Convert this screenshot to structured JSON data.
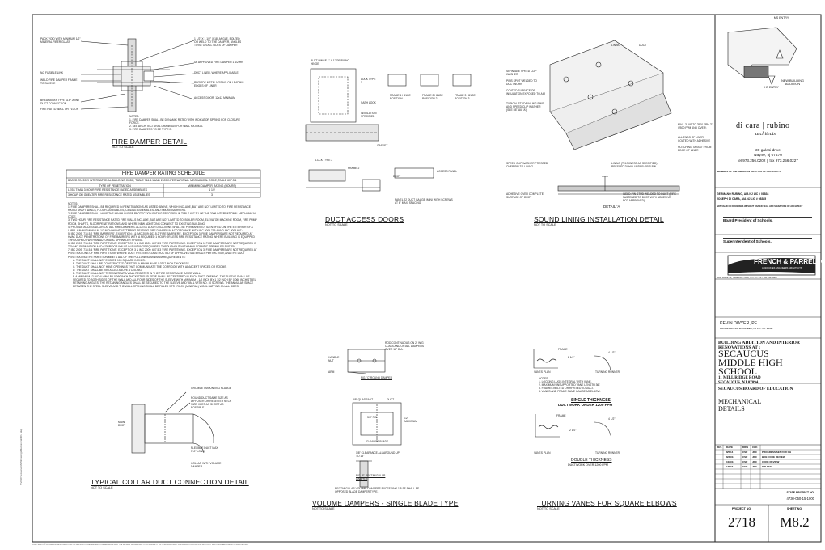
{
  "details": {
    "fire_damper": {
      "title": "FIRE DAMPER DETAIL",
      "scale": "NOT TO SCALE",
      "callouts": [
        "PACK VOID WITH MINIMUM 1/2\" MINERAL FIBER/GLASS",
        "1 1/2\" X 1 1/2\" X 18\" ANGLE, BOLTED OR WELD TO THE DAMPER, ANGLES TO BE ON ALL SIDES OF DAMPER",
        "UL APPROVED FIRE DAMPER 1 1/2 HR",
        "DUCT LINER, WHERE APPLICABLE",
        "PROVIDE METAL NOSING ON LEADING EDGES OF LINER",
        "ACCESS DOOR, 12x12 MINIMUM",
        "WELD FIRE DAMPER FRAME TO SLEEVE",
        "BREAKAWAY TYPE SLIP JOINT DUCT CONNECTION",
        "FIRE RATED WALL OR FLOOR",
        "N/2 FUSIBLE LINK"
      ],
      "notes_header": "NOTES:",
      "notes": [
        "1. FIRE DAMPER SHALL BE DYNAMIC RATED WITH INDICATOR SPRING FOR CLOSURE FORCE.",
        "2. SEE ARCHITECTURAL DRAWINGS FOR WALL RATINGS.",
        "3. FIRE DAMPERS TO BE TYPE B."
      ]
    },
    "schedule": {
      "title": "FIRE DAMPER RATING SCHEDULE",
      "basis": "BASED ON 2009 INTERNATIONAL BUILDING CODE, TABLE 716.3.1 AND 2009 INTERNATIONAL MECHANICAL CODE, TABLE 607.3.1",
      "headers": [
        "TYPE OF PENETRATION",
        "MINIMUM DAMPER RATING (HOURS)"
      ],
      "rows": [
        [
          "LESS THAN 3 HOUR FIRE RESISTANCE RATED ASSEMBLIES",
          "1 1/2"
        ],
        [
          "3 HOUR OR GREATER FIRE RESISTANCE RATED ASSEMBLIES",
          "3"
        ]
      ],
      "notes_header": "NOTES:",
      "notes": [
        "1. FIRE DAMPERS SHALL BE REQUIRED IN PENETRATIONS AS LISTED ABOVE, WHICH INCLUDE, BUT ARE NOT LIMITED TO, FIRE RESISTANCE RATED SHAFT WALLS, FLOOR ASSEMBLIES, CEILING ASSEMBLIES, AND SMOKE BARRIERS.",
        "2. FIRE DAMPERS SHALL HAVE THE MINIMUM FIRE PROTECTION RATING SPECIFIED IN TABLE 607.3.1 OF THE 2009 INTERNATIONAL MECHANICAL CODE.",
        "3. TWO HOUR FIRE RESISTANCE RATED FIRE WALLS INCLUDE, BUT ARE NOT LIMITED TO, BOILER ROOM, ELEVATOR MACHINE ROOM, FIRE PUMP ROOM, SHAFTS, FLOOR PENETRATIONS, AND WHERE NEW ADDITIONS CONNECT TO EXISTING BUILDING.",
        "4. PROVIDE ACCESS DOORS AT ALL FIRE DAMPERS. ACCESS DOOR LOCATIONS SHALL BE PERMANENTLY IDENTIFIED ON THE EXTERIOR BY A LABEL HAVING MINIMUM 1/2 INCH HIGHT LETTERING READING FIRE DAMPER IN ACCORDANCE WITH IBC 2009 716.4 AND IMC 2009 607.4.",
        "5. IBC 2009: 716.5.2 'FIRE BARRIERS'. EXCEPTION 4 & IMC 2009: 607.5.2 'FIRE BARRIERS'. EXCEPTION 3: FIRE DAMPERS ARE NOT REQUIRED AT HVAC DUCT PENETRATIONS OF FIRE BARRIERS WITH A REQUIRED 1 HOUR OR LESS FIRE RESISTANCE RATING WHERE BUILDING IS EQUIPPED THROUGHOUT WITH AN AUTOMATIC SPRINKLER SYSTEM.",
        "6. IBC 2009: 716.5.4 'FIRE PARTITIONS'. EXCEPTION 1 & IMC 2009: 607.5.3 'FIRE PARTITIONS'. EXCEPTION 1: FIRE DAMPERS ARE NOT REQUIRED IN TENANT SEPARATION AND CORRIDOR WALLS IN BUILDINGS EQUIPPED THROUGHOUT WITH AN AUTOMATIC SPRINKLER SYSTEM.",
        "7. IBC 2009: 716.5.4 'FIRE PARTITIONS'. EXCEPTION 3 & IMC 2009: 607.5.3 'FIRE PARTITIONS'. EXCEPTION 3: FIRE DAMPERS ARE NOT REQUIRED AT PENETRATIONS OF FIRE PARTITIONS WHERE DUCT SYSTEMS CONSTRUCTED OF APPROVED MATERIALS PER IMC 2009, AND THE DUCT PENETRATING THE PARTITION MEETS ALL OF THE FOLLOWING MINIMUM REQUIREMENTS:",
        "A. THE DUCT SHALL NOT EXCEED 100 SQUARE INCHES.",
        "B. THE DUCT SHALL BE CONSTRUCTED OF STEEL A MINIMUM OF 0.0217 INCH THICKNESS.",
        "C. THE DUCT SHALL NOT HAVE OPENINGS THAT COMMUNICATE THE CORRIDOR WITH ADJACENT SPACES OR ROOMS.",
        "D. THE DUCT SHALL BE INSTALLED ABOVE A CEILING.",
        "E. THE DUCT SHALL NOT TERMINATE AT A WALL REGISTER IN THE FIRE RESISTANCE RATED WALL.",
        "F. A MINIMUM 12 INCH LONG BY 0.060 INCH THICK STEEL SLEEVE SHALL BE CENTERED IN EACH DUCT OPENING. THE SLEEVE SHALL BE SECURED TO BOTH SIDES OF THE WALL AND ALL FOUR SIDES OF THE SLEEVE WITH MINIMUM 1 1/2 INCH BY 1 1/2 INCH BY 0.060 INCH STEEL RETAINING ANGLES. THE RETAINING ANGLES SHALL BE SECURED TO THE SLEEVE AND WALL WITH NO. 10 SCREWS. THE ANNULAR SPACE BETWEEN THE STEEL SLEEVE AND THE WALL OPENING SHALL BE FILLED WITH ROCK (MINERAL) WOOL BATTING ON ALL SIDES."
      ]
    },
    "duct_access": {
      "title": "DUCT ACCESS DOORS",
      "scale": "NOT TO SCALE",
      "labels": [
        "BUTT HINGE 1\" X 1\" OR PIANO HINGE",
        "LOCK TYPE 1",
        "FRAME 1 HINGE POSITION 1",
        "FRAME 2 HINGE POSITION 2",
        "FRAME 3 HINGE POSITION 3",
        "SASH LOCK",
        "DUCT",
        "ACCESS PANEL",
        "PANEL 22 DUCT GAUGE (MIN) WITH SCREWS AT 6\" MAX. SPACING",
        "LOCK TYPE 2",
        "FRAME 2",
        "GASKET",
        "INSULATION SPECIFIED"
      ]
    },
    "sound_lining": {
      "title": "SOUND LINING INSTALLATION DETAIL",
      "scale": "NOT TO SCALE",
      "labels": [
        "LINING",
        "DUCT",
        "SEPARATE SPEED CLIP WASHER",
        "PINS SPOT WELDED TO DUCTWORK",
        "COATED SURFACE OF INSULATION EXPOSED TO AIR",
        "TYPICAL STUD/NAILING PINS AND SPEED CLIP WASHER (SEE DETAIL 'A')",
        "MAX. 3\" UP TO 2500 FPM 2\" (2500 FPM AND OVER)",
        "ALL ENDS OF LINER COATED WITH ADHESIVE",
        "NOTCHING TABS 3\" FROM EDGE OF LINER",
        "SPEED CLIP WASHER PRESSED OVER PIN TO LINING",
        "LINING (THICKNESS AS SPECIFIED) PRESSED DOWN UNDER GRIP PIN",
        "ADHESIVE OVER COMPLETE SURFACE OF DUCT",
        "WELD-PIN STUD WELDED TO DUCT (FIRE FASTENED TO DUCT WITH ADHESIVE NOT APPROVED)",
        "DETAIL 'A'"
      ]
    },
    "collar": {
      "title": "TYPICAL COLLAR DUCT CONNECTION DETAIL",
      "scale": "NOT TO SCALE",
      "labels": [
        "GROMMET MOUNTING FLANGE",
        "ROUND DUCT SAME SIZE AS DIFFUSER OR REGISTER NECK SIZE. KEEP AS SHORT AS POSSIBLE",
        "MAIN DUCT",
        "FLEXIBLE DUCT MAX 5'-0\" LONG",
        "COLLAR WITH VOLUME DAMPER"
      ]
    },
    "volume_dampers": {
      "title": "VOLUME DAMPERS - SINGLE BLADE TYPE",
      "scale": "NOT TO SCALE",
      "labels": [
        "HANDLE NUT",
        "ROD CONTINUOUS ON 2\" W/G CLASS AND ON ALL DAMPERS OVER 12\" DIA.",
        "ARM",
        "FIG. 'C' ROUND DAMPER",
        "3/8\" QUADRANT",
        "DUCT",
        "3/8\" PIN",
        "22 GAUGE BLADE",
        "1/8\" CLEARANCE ALL AROUND UP TO 18\"",
        "12\" MAXIMUM",
        "FIG. 'E' RECTANGULAR DAMPER"
      ],
      "note": "RECTANGULAR VOLUME DAMPERS EXCEEDING 1.5 SF SHALL BE OPPOSED BLADE DAMPER TYPE."
    },
    "turning_vanes": {
      "title": "TURNING VANES FOR SQUARE ELBOWS",
      "scale": "NOT TO SCALE",
      "single_title": "SINGLE THICKNESS",
      "single_sub": "DUCTWORK UNDER 1200 FPM",
      "double_title": "DOUBLE THICKNESS",
      "double_sub": "DUCTWORK OVER 1200 FPM",
      "labels": [
        "FRAME",
        "2 1/4\"",
        "4 1/2\"",
        "VANES PLAN",
        "TURNING RUNNER",
        "FRAME",
        "2 1/2\"",
        "4 1/2\"",
        "VANES PLAN",
        "TURNING RUNNER"
      ],
      "notes_header": "NOTES:",
      "notes": [
        "1. LOCKING LUGS INTEGRAL WITH VANE.",
        "2. MAXIMUM UNSUPPORTED VANE LENGTH 36\".",
        "3. FRAMES BOLTED OR RIVETED TO DUCT.",
        "4. VANES AND FRAME SAME GAUGE AS ELBOW."
      ]
    }
  },
  "title_block": {
    "key_plan": {
      "entry_top": "MS ENTRY",
      "entry_bottom": "HS ENTRY",
      "addition": "NEW BUILDING ADDITION"
    },
    "architect": {
      "name": "di cara | rubino",
      "sub": "architects",
      "address1": "30 galesi drive",
      "address2": "wayne, nj 07470",
      "phone": "tel 973.256.0202 || fax 973.256.0227",
      "member": "MEMBERS OF THE AMERICAN INSTITUTE OF ARCHITECTS"
    },
    "signers": [
      "GERMANO RUBINO, AIA   NJ LIC # 08834",
      "JOSEPH DI CARA, AIA   NJ LIC # 08385"
    ],
    "signer_note": "NOT VALID ON DRAWINGS WITHOUT RAISED SEAL AND SIGNATURE OF ARCHITECT",
    "board_president": "Board President of Schools,",
    "superintendent": "Superintendent of Schools,",
    "engineer_firm": "FRENCH & PARRELLO",
    "engineer_tag": "ASSOCIATES  ENGINEERS  ARCHITECTS",
    "engineer_address": "1800 Route 34, Suite 101 • Wall, NJ • 07719 • 732.312.9800",
    "engineer_name": "KEVIN DWYER, PE",
    "engineer_license": "PROFESSIONAL ENGINEER, NJ LIC. No. 24GE",
    "project_header": "BUILDING ADDITION AND INTERIOR RENOVATIONS AT :",
    "school_name": [
      "SECAUCUS",
      "MIDDLE HIGH",
      "SCHOOL"
    ],
    "school_address": [
      "11 MILL RIDGE ROAD",
      "SECAUCUS, NJ 07094"
    ],
    "client": "SECAUCUS BOARD OF EDUCATION",
    "drawing_title": [
      "MECHANICAL",
      "DETAILS"
    ],
    "revision_headers": [
      "REV.",
      "DATE",
      "DRW",
      "CHK",
      ""
    ],
    "revisions": [
      [
        "",
        "8/5/14",
        "CSR",
        "JDC",
        "PROGRESS SET FOR OH"
      ],
      [
        "",
        "8/28/14",
        "CSR",
        "JDC",
        "BOE CODE REVIEW"
      ],
      [
        "",
        "10/8/14",
        "CSR",
        "JDC",
        "CODE REVIEW"
      ],
      [
        "",
        "1/5/15",
        "CSR",
        "JDC",
        "BID SET"
      ]
    ],
    "state_project_label": "STATE PROJECT NO.",
    "state_project_no": "4730-050-15-1000",
    "project_no_label": "PROJECT NO.",
    "project_no": "2718",
    "sheet_no_label": "SHEET NO.",
    "sheet_no": "M8.2"
  },
  "footer_text": "COPYRIGHT © DI CARA RUBINO ARCHITECTS. ALL RIGHTS RESERVED. THIS DRAWING AND THE DESIGN SHOWN ARE THE PROPERTY OF THE ARCHITECT. REPRODUCTION OR USE WITHOUT WRITTEN PERMISSION IS PROHIBITED.",
  "side_path": "S:\\2718 Secaucus MHS\\Drawings\\Mechanical\\M8.2 dwg"
}
